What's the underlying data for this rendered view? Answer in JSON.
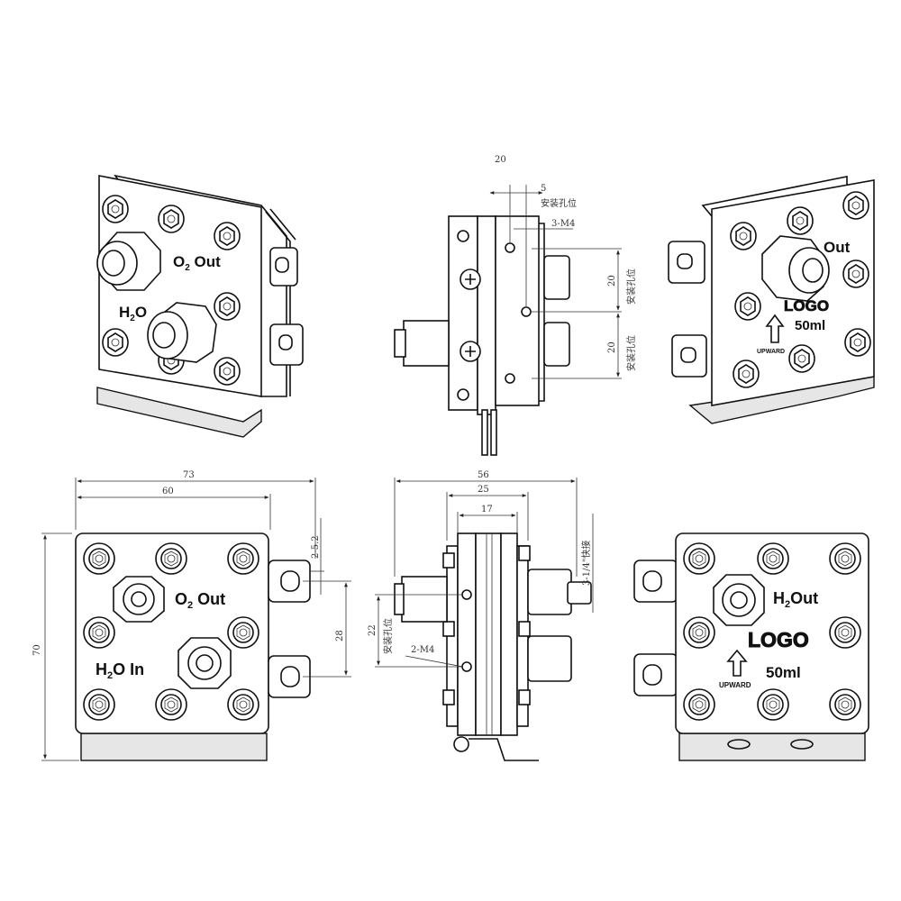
{
  "views": {
    "front_view": {
      "label_o2": "O",
      "label_o2_sub": "2",
      "label_o2_out": " Out",
      "label_h2o_h": "H",
      "label_h2o_sub": "2",
      "label_h2o_o": "O In",
      "dim_width_outer": "73",
      "dim_width_inner": "60",
      "dim_height": "70",
      "dim_slot": "2-5.2",
      "dim_slot_spacing": "28"
    },
    "side_view": {
      "dim_total": "56",
      "dim_middle": "25",
      "dim_inner": "17",
      "dim_thread": "3-1/4\"快接",
      "dim_mount": "22",
      "dim_mount_note": "安装孔位",
      "dim_holes": "2-M4"
    },
    "back_view": {
      "label_h2_h": "H",
      "label_h2_sub": "2",
      "label_h2_out": "Out",
      "label_logo": "LOGO",
      "label_upward": "UPWARD",
      "label_volume": "50ml"
    },
    "top_side_view": {
      "dim_top": "20",
      "dim_offset": "5",
      "dim_note_top": "安装孔位",
      "dim_holes": "3-M4",
      "dim_spacing_1": "20",
      "dim_spacing_2": "20",
      "dim_note_1": "安装孔位",
      "dim_note_2": "安装孔位"
    },
    "iso_front": {
      "label_o2": "O",
      "label_o2_sub": "2",
      "label_o2_out": " Out",
      "label_h2o": "H",
      "label_h2o_sub": "2",
      "label_h2o_o": "O"
    },
    "iso_back": {
      "label_out": "Out",
      "label_logo": "LOGO",
      "label_upward": "UPWARD",
      "label_volume": "50ml"
    }
  }
}
